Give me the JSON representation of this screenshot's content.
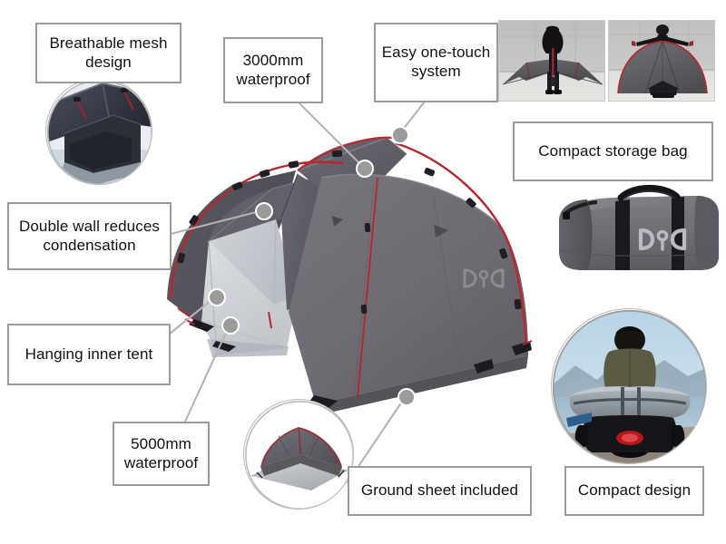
{
  "infographic": {
    "product": "DOD one-touch dome tent",
    "brand_mark": "DOD",
    "background_color": "#ffffff",
    "box_border_color": "#9a9a9a",
    "leader_line_color": "#b4b4b4",
    "dot_color": "#9b9b9b",
    "text_color": "#111111",
    "tent_fly_color": "#6e6b70",
    "tent_fly_shadow_color": "#58565b",
    "tent_inner_color": "#d3d6da",
    "pole_accent_color": "#c0272d"
  },
  "callouts": [
    {
      "id": "breathable-mesh-design",
      "lines": [
        "Breathable mesh",
        "design"
      ],
      "text": "Breathable mesh design"
    },
    {
      "id": "waterproof-3000",
      "lines": [
        "3000mm",
        "waterproof"
      ],
      "text": "3000mm waterproof"
    },
    {
      "id": "easy-one-touch-system",
      "lines": [
        "Easy one-touch",
        "system"
      ],
      "text": "Easy one-touch system"
    },
    {
      "id": "compact-storage-bag",
      "lines": [
        "Compact storage bag"
      ],
      "text": "Compact storage bag"
    },
    {
      "id": "double-wall-reduces-condensation",
      "lines": [
        "Double wall reduces",
        "condensation"
      ],
      "text": "Double wall reduces condensation"
    },
    {
      "id": "hanging-inner-tent",
      "lines": [
        "Hanging inner tent"
      ],
      "text": "Hanging inner tent"
    },
    {
      "id": "waterproof-5000",
      "lines": [
        "5000mm",
        "waterproof"
      ],
      "text": "5000mm waterproof"
    },
    {
      "id": "ground-sheet-included",
      "lines": [
        "Ground sheet included"
      ],
      "text": "Ground sheet included"
    },
    {
      "id": "compact-design",
      "lines": [
        "Compact design"
      ],
      "text": "Compact design"
    }
  ],
  "photos": [
    {
      "id": "mesh-interior-inset",
      "caption_ref": "breathable-mesh-design",
      "description": "circular close-up of dark mesh inner tent interior"
    },
    {
      "id": "one-touch-step-1",
      "caption_ref": "easy-one-touch-system",
      "description": "person crouching over folded tent against concrete wall"
    },
    {
      "id": "one-touch-step-2",
      "caption_ref": "easy-one-touch-system",
      "description": "person standing with arms spread raising erected tent"
    },
    {
      "id": "storage-bag",
      "caption_ref": "compact-storage-bag",
      "description": "grey duffel carry bag with black straps and DOD logo",
      "logo": "DOD"
    },
    {
      "id": "ground-sheet-inset",
      "caption_ref": "ground-sheet-included",
      "description": "circular view of pitched tent with grey ground sheet"
    },
    {
      "id": "compact-design-inset",
      "caption_ref": "compact-design",
      "description": "circular photo of rider on motorcycle with grey luggage at lakeside"
    }
  ]
}
